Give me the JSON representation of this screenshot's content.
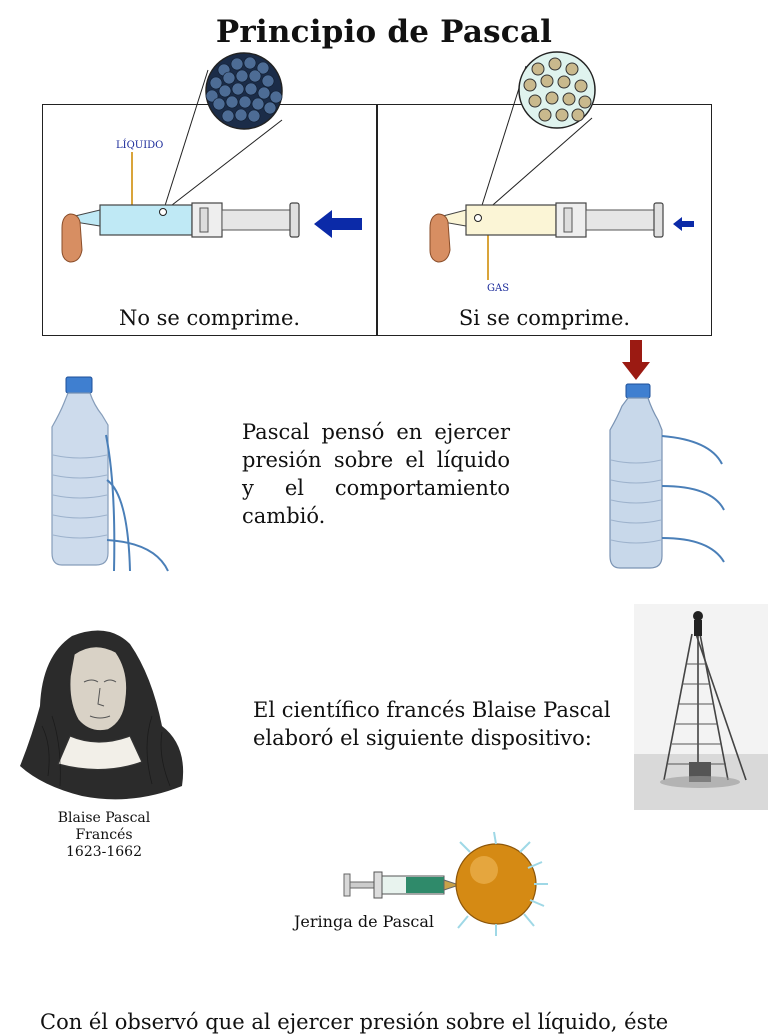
{
  "title": "Principio de Pascal",
  "panels": {
    "left": {
      "label": "LÍQUIDO",
      "caption": "No se comprime."
    },
    "right": {
      "label": "GAS",
      "caption": "Si se comprime."
    }
  },
  "bottle_text": "Pascal pensó en ejercer presión sobre el líquido y el comportamiento cambió.",
  "scientist_text": "El científico francés Blaise Pascal elaboró el siguiente dispositivo:",
  "portrait_caption": {
    "name": "Blaise Pascal",
    "nationality": "Francés",
    "years": "1623-1662"
  },
  "device_caption": "Jeringa de Pascal",
  "bottom_text": "Con él observó que al ejercer presión sobre el líquido, éste",
  "colors": {
    "liquid": "#bfe9f5",
    "gas": "#fbf5d6",
    "arrow_blue": "#0b2aa8",
    "arrow_red": "#9b1a12",
    "label_blue": "#1a2a9a",
    "sphere": "#d58a14"
  }
}
